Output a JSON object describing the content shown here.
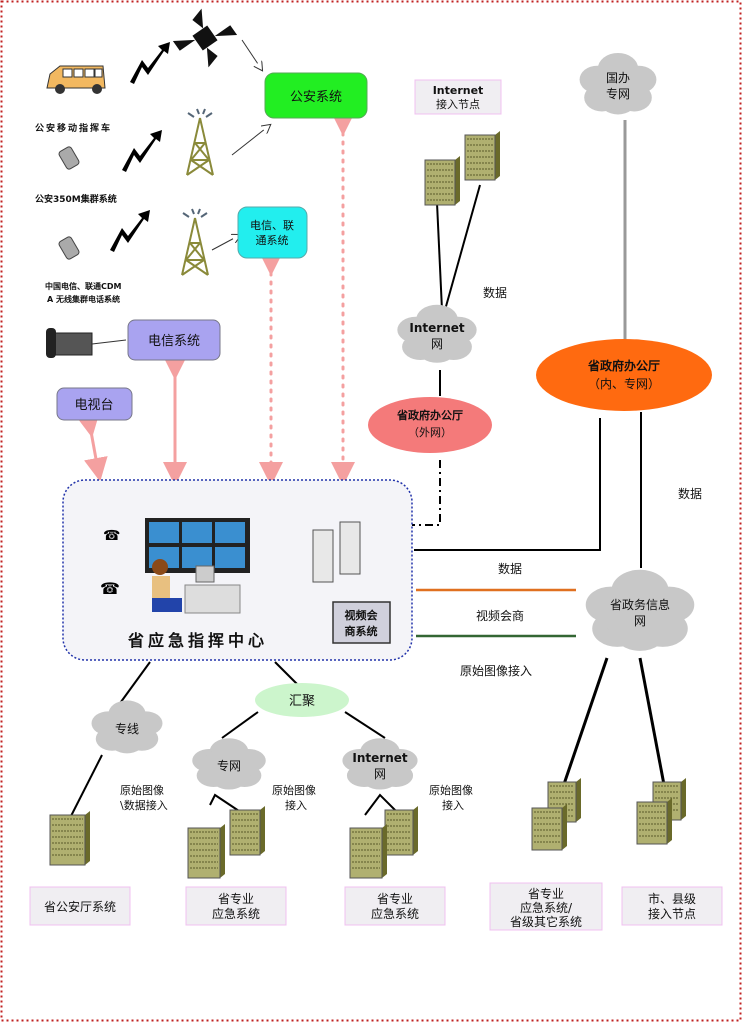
{
  "nodes": {
    "police_system": "公安系统",
    "police_vehicle": "公安移动指挥车",
    "police_350m": "公安350M集群系统",
    "cdma_line1": "中国电信、联通CDM",
    "cdma_line2": "A 无线集群电话系统",
    "telecom_unicom_line1": "电信、联",
    "telecom_unicom_line2": "通系统",
    "telecom_system": "电信系统",
    "tv_station": "电视台",
    "internet_access_line1": "Internet",
    "internet_access_line2": "接入节点",
    "state_office_line1": "国办",
    "state_office_line2": "专网",
    "internet_cloud_line1": "Internet",
    "internet_cloud_line2": "网",
    "gov_office_outer_line1": "省政府办公厅",
    "gov_office_outer_line2": "（外网）",
    "gov_office_inner_line1": "省政府办公厅",
    "gov_office_inner_line2": "（内、专网）",
    "command_center": "省应急指挥中心",
    "video_conf_line1": "视频会",
    "video_conf_line2": "商系统",
    "gov_info_net_line1": "省政务信息",
    "gov_info_net_line2": "网",
    "dedicated_line": "专线",
    "aggregation": "汇聚",
    "private_net": "专网",
    "internet2_line1": "Internet",
    "internet2_line2": "网"
  },
  "edge_labels": {
    "data_1": "数据",
    "data_2": "数据",
    "data_3": "数据",
    "video_conf": "视频会商",
    "raw_image": "原始图像接入",
    "raw_a_line1": "原始图像",
    "raw_a_line2": "\\数据接入",
    "raw_b_line1": "原始图像",
    "raw_b_line2": "接入",
    "raw_c_line1": "原始图像",
    "raw_c_line2": "接入"
  },
  "bottom": {
    "police_dept": "省公安厅系统",
    "spec_a_line1": "省专业",
    "spec_a_line2": "应急系统",
    "spec_b_line1": "省专业",
    "spec_b_line2": "应急系统",
    "spec_c_line1": "省专业",
    "spec_c_line2": "应急系统/",
    "spec_c_line3": "省级其它系统",
    "city_line1": "市、县级",
    "city_line2": "接入节点"
  },
  "colors": {
    "police_green": "#22ee22",
    "telecom_cyan": "#22eeee",
    "lavender": "#a9a3f0",
    "pink_arrow": "#f4a0a0",
    "orange": "#ff6a10",
    "pink_oval": "#f47a7a",
    "agg_green": "#ccf5cc",
    "cloud_gray": "#c8c8c8",
    "data_orange": "#e07020",
    "video_green": "#336633"
  }
}
